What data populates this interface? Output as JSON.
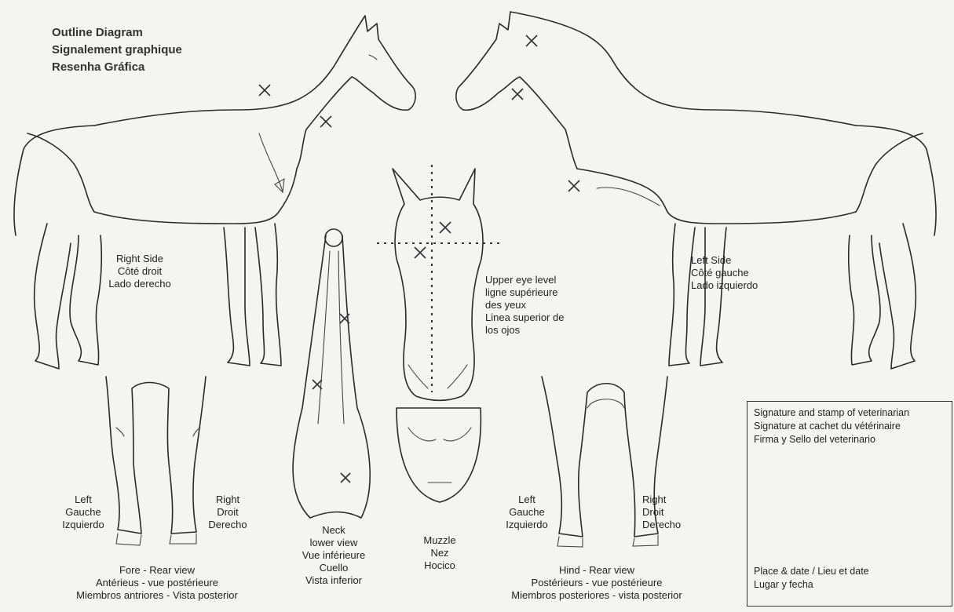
{
  "title_block": {
    "line1": "Outline Diagram",
    "line2": "Signalement graphique",
    "line3": "Resenha Gráfica"
  },
  "right_side": {
    "en": "Right Side",
    "fr": "Côté droit",
    "es": "Lado derecho"
  },
  "left_side": {
    "en": "Left Side",
    "fr": "Côté gauche",
    "es": "Lado izquierdo"
  },
  "eye_level": {
    "line1": "Upper eye level",
    "line2": "ligne supérieure",
    "line3": "des yeux",
    "line4": "Linea superior de",
    "line5": "los ojos"
  },
  "fore_view": {
    "left": {
      "en": "Left",
      "fr": "Gauche",
      "es": "Izquierdo"
    },
    "right": {
      "en": "Right",
      "fr": "Droit",
      "es": "Derecho"
    },
    "caption1": "Fore - Rear view",
    "caption2": "Antérieus - vue postérieure",
    "caption3": "Miembros antriores - Vista posterior"
  },
  "neck_view": {
    "line1": "Neck",
    "line2": "lower view",
    "line3": "Vue inférieure",
    "line4": "Cuello",
    "line5": "Vista inferior"
  },
  "muzzle": {
    "en": "Muzzle",
    "fr": "Nez",
    "es": "Hocico"
  },
  "hind_view": {
    "left": {
      "en": "Left",
      "fr": "Gauche",
      "es": "Izquierdo"
    },
    "right": {
      "en": "Right",
      "fr": "Droit",
      "es": "Derecho"
    },
    "caption1": "Hind - Rear view",
    "caption2": "Postérieurs - vue postérieure",
    "caption3": "Miembros posteriores - vista posterior"
  },
  "signature_box": {
    "line1": "Signature and stamp of veterinarian",
    "line2": "Signature at cachet du vétérinaire",
    "line3": "Firma y Sello del veterinario",
    "place_line1": "Place & date /  Lieu et date",
    "place_line2": "Lugar y fecha"
  },
  "colors": {
    "paper": "#f4f4f1",
    "ink": "#2a2a2a"
  }
}
